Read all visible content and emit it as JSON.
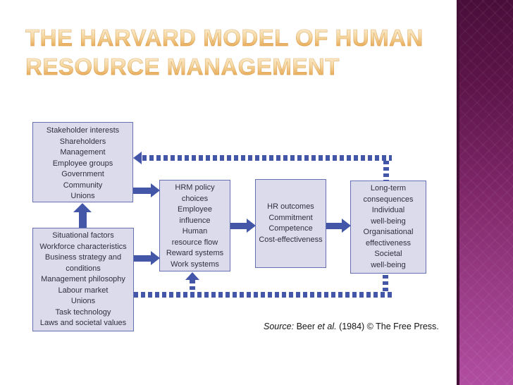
{
  "slide": {
    "title": {
      "line1": "THE HARVARD MODEL OF HUMAN",
      "line2": "RESOURCE MANAGEMENT",
      "color_top": "#fdf6e8",
      "color_bottom": "#e0993f"
    },
    "accent_strip": {
      "color_top": "#4a0e3b",
      "color_bottom": "#b14da0"
    },
    "background": "#ffffff"
  },
  "diagram": {
    "colors": {
      "box_fill": "#dcdbec",
      "box_border": "#6570b2",
      "arrow": "#4356a7",
      "text": "#2f2f3f"
    },
    "boxes": {
      "stakeholder_interests": {
        "title": "Stakeholder interests",
        "lines": [
          "Shareholders",
          "Management",
          "Employee groups",
          "Government",
          "Community",
          "Unions"
        ]
      },
      "situational_factors": {
        "title": "Situational factors",
        "lines": [
          "Workforce characteristics",
          "Business strategy and",
          "conditions",
          "Management philosophy",
          "Labour market",
          "Unions",
          "Task technology",
          "Laws and societal values"
        ]
      },
      "hrm_policy_choices": {
        "title_line1": "HRM policy",
        "title_line2": "choices",
        "lines": [
          "Employee",
          "influence",
          "Human",
          "resource flow",
          "Reward systems",
          "Work systems"
        ]
      },
      "hr_outcomes": {
        "title": "HR outcomes",
        "lines": [
          "Commitment",
          "Competence",
          "Cost-effectiveness"
        ]
      },
      "long_term_consequences": {
        "title_line1": "Long-term",
        "title_line2": "consequences",
        "lines": [
          "Individual",
          "well-being",
          "Organisational",
          "effectiveness",
          "Societal",
          "well-being"
        ]
      }
    }
  },
  "source": {
    "label": "Source:",
    "part1": "Beer",
    "etal": "et al.",
    "part2": "(1984) © The Free Press."
  }
}
